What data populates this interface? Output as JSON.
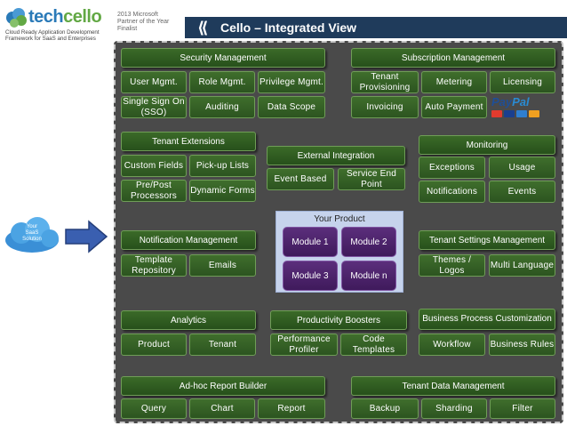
{
  "logo": {
    "word_part1": "tech",
    "word_part2": "cello",
    "tagline_line1": "Cloud Ready Application Development",
    "tagline_line2": "Framework for SaaS and Enterprises"
  },
  "award": {
    "line1": "2013 Microsoft",
    "line2": "Partner of the Year",
    "line3": "Finalist"
  },
  "title": "Cello – Integrated View",
  "cloud": {
    "line1": "Your",
    "line2": "SaaS",
    "line3": "Solution"
  },
  "security": {
    "header": "Security Management",
    "items": [
      "User Mgmt.",
      "Role Mgmt.",
      "Privilege Mgmt.",
      "Single Sign On (SSO)",
      "Auditing",
      "Data Scope"
    ]
  },
  "subscription": {
    "header": "Subscription Management",
    "items": [
      "Tenant Provisioning",
      "Metering",
      "Licensing",
      "Invoicing",
      "Auto Payment"
    ],
    "paypal_part1": "Pay",
    "paypal_part2": "Pal"
  },
  "tenant_ext": {
    "header": "Tenant Extensions",
    "items": [
      "Custom Fields",
      "Pick-up Lists",
      "Pre/Post Processors",
      "Dynamic Forms"
    ]
  },
  "external": {
    "header": "External Integration",
    "items": [
      "Event Based",
      "Service End Point"
    ]
  },
  "monitoring": {
    "header": "Monitoring",
    "items": [
      "Exceptions",
      "Usage",
      "Notifications",
      "Events"
    ]
  },
  "product": {
    "header": "Your Product",
    "modules": [
      "Module 1",
      "Module 2",
      "Module 3",
      "Module n"
    ]
  },
  "notification": {
    "header": "Notification Management",
    "items": [
      "Template Repository",
      "Emails"
    ]
  },
  "tenant_settings": {
    "header": "Tenant Settings Management",
    "items": [
      "Themes / Logos",
      "Multi Language"
    ]
  },
  "analytics": {
    "header": "Analytics",
    "items": [
      "Product",
      "Tenant"
    ]
  },
  "productivity": {
    "header": "Productivity Boosters",
    "items": [
      "Performance Profiler",
      "Code Templates"
    ]
  },
  "bpc": {
    "header": "Business Process Customization",
    "items": [
      "Workflow",
      "Business Rules"
    ]
  },
  "adhoc": {
    "header": "Ad-hoc Report Builder",
    "items": [
      "Query",
      "Chart",
      "Report"
    ]
  },
  "tdm": {
    "header": "Tenant Data Management",
    "items": [
      "Backup",
      "Sharding",
      "Filter"
    ]
  },
  "colors": {
    "panel": "#4a4a4a",
    "box_green": "#2f5a22",
    "module_purple": "#4b2468",
    "title_bar": "#1f3b5b",
    "product_bg": "#c6d3ec"
  }
}
